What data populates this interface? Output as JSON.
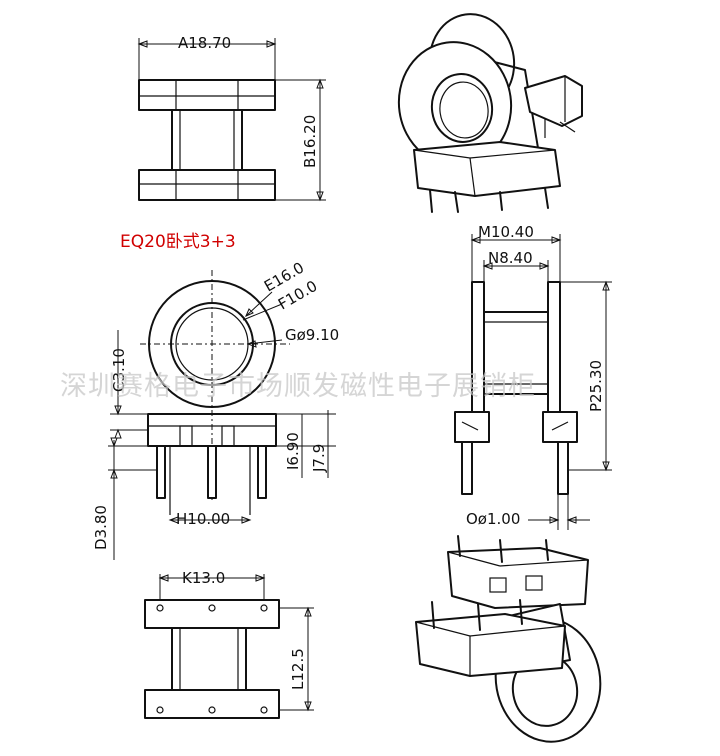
{
  "title": "EQ20卧式3+3",
  "watermark": "深圳赛格电子市场顺发磁性电子展销柜",
  "dimensions": {
    "A": "A18.70",
    "B": "B16.20",
    "C": "C3.10",
    "D": "D3.80",
    "E": "E16.0",
    "F": "F10.0",
    "G": "Gø9.10",
    "H": "H10.00",
    "I": "I6.90",
    "J": "J7.9",
    "K": "K13.0",
    "L": "L12.5",
    "M": "M10.40",
    "N": "N8.40",
    "O": "Oø1.00",
    "P": "P25.30"
  },
  "colors": {
    "title": "#d00000",
    "lines": "#111111",
    "watermark": "#c8c8c8"
  }
}
